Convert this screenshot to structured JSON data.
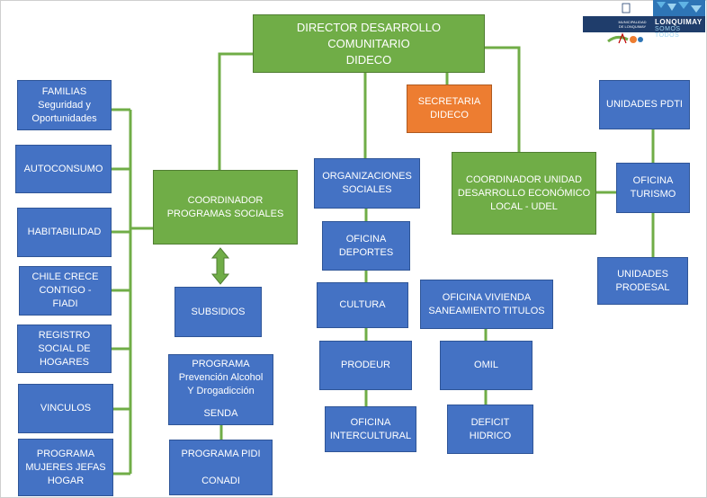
{
  "director": {
    "title": "DIRECTOR  DESARROLLO COMUNITARIO",
    "subtitle": "DIDECO"
  },
  "secretaria": "SECRETARIA\nDIDECO",
  "coordinador_sociales": "COORDINADOR\nPROGRAMAS SOCIALES",
  "coordinador_udel": "COORDINADOR UNIDAD\nDESARROLLO ECONÓMICO\nLOCAL  - UDEL",
  "left_column": [
    "FAMILIAS\nSeguridad y\nOportunidades",
    "AUTOCONSUMO",
    "HABITABILIDAD",
    "CHILE CRECE\nCONTIGO -\nFIADI",
    "REGISTRO\nSOCIAL DE\nHOGARES",
    "VINCULOS",
    "PROGRAMA\nMUJERES JEFAS\nHOGAR"
  ],
  "subsidios": "SUBSIDIOS",
  "programa_senda": {
    "title": "PROGRAMA\nPrevención Alcohol\nY Drogadicción",
    "subtitle": "SENDA"
  },
  "programa_pidi": {
    "title": "PROGRAMA PIDI",
    "subtitle": "CONADI"
  },
  "center_column": [
    "ORGANIZACIONES\nSOCIALES",
    "OFICINA\nDEPORTES",
    "CULTURA",
    "PRODEUR",
    "OFICINA\nINTERCULTURAL"
  ],
  "vivienda_column": [
    "OFICINA VIVIENDA\nSANEAMIENTO TITULOS",
    "OMIL",
    "DEFICIT\nHIDRICO"
  ],
  "right_column": [
    "UNIDADES PDTI",
    "OFICINA\nTURISMO",
    "UNIDADES\nPRODESAL"
  ],
  "logo": {
    "municipality": "MUNICIPALIDAD\nDE LONQUIMAY",
    "name": "LONQUIMAY",
    "slogan": "SOMOS TODOS"
  },
  "colors": {
    "box_blue": "#4472c4",
    "box_green": "#70ad47",
    "box_orange": "#ed7d31",
    "connector": "#70ad47"
  },
  "icons": {
    "double_arrow": "double-headed-vertical-arrow-icon"
  }
}
